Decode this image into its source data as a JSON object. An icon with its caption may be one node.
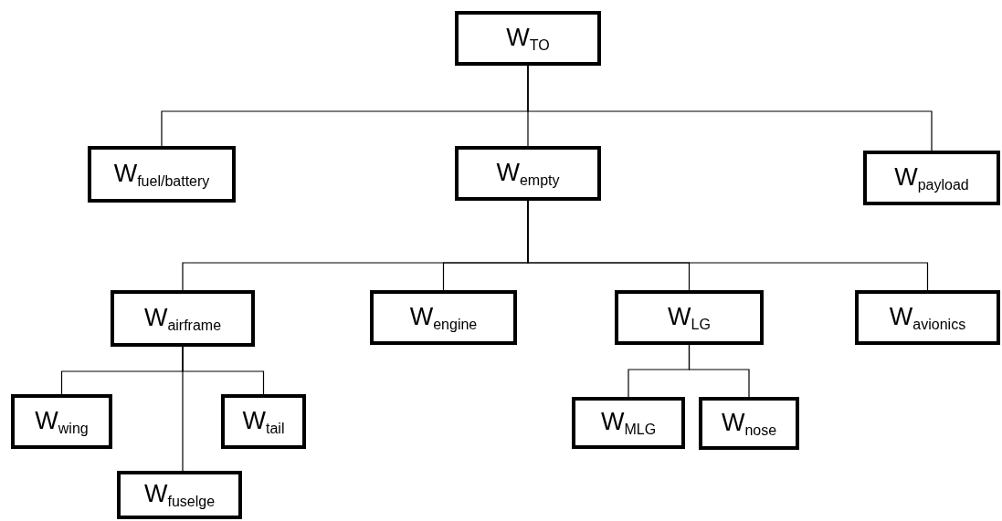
{
  "diagram": {
    "nodes": [
      {
        "text": [
          "W$_{TO}$"
        ]
      },
      {
        "text": [
          "W$_{fuel/battery}$"
        ]
      },
      {
        "text": [
          "W$_{empty}$"
        ]
      },
      {
        "text": [
          "W$_{payload}$"
        ]
      },
      {
        "text": [
          "W$_{airframe}$"
        ]
      },
      {
        "text": [
          "W$_{engine}$"
        ]
      },
      {
        "text": [
          "W$_{LG}$"
        ]
      },
      {
        "text": [
          "W$_{avionics}$"
        ]
      },
      {
        "text": [
          "W$_{wing}$"
        ]
      },
      {
        "text": [
          "W$_{fuselge}$"
        ]
      },
      {
        "text": [
          "W$_{tail}$"
        ]
      },
      {
        "text": [
          "W$_{MLG}$"
        ]
      },
      {
        "text": [
          "W$_{nose}$"
        ]
      }
    ],
    "edges": [
      {
        "from": 0,
        "to": 1,
        "arrow": "none"
      },
      {
        "from": 0,
        "to": 2,
        "arrow": "none"
      },
      {
        "from": 0,
        "to": 3,
        "arrow": "none"
      },
      {
        "from": 2,
        "to": 4,
        "arrow": "none"
      },
      {
        "from": 2,
        "to": 5,
        "arrow": "none"
      },
      {
        "from": 2,
        "to": 6,
        "arrow": "none"
      },
      {
        "from": 2,
        "to": 7,
        "arrow": "none"
      },
      {
        "from": 4,
        "to": 8,
        "arrow": "none"
      },
      {
        "from": 4,
        "to": 9,
        "arrow": "none"
      },
      {
        "from": 4,
        "to": 10,
        "arrow": "none"
      },
      {
        "from": 6,
        "to": 11,
        "arrow": "none"
      },
      {
        "from": 6,
        "to": 12,
        "arrow": "none"
      }
    ]
  }
}
